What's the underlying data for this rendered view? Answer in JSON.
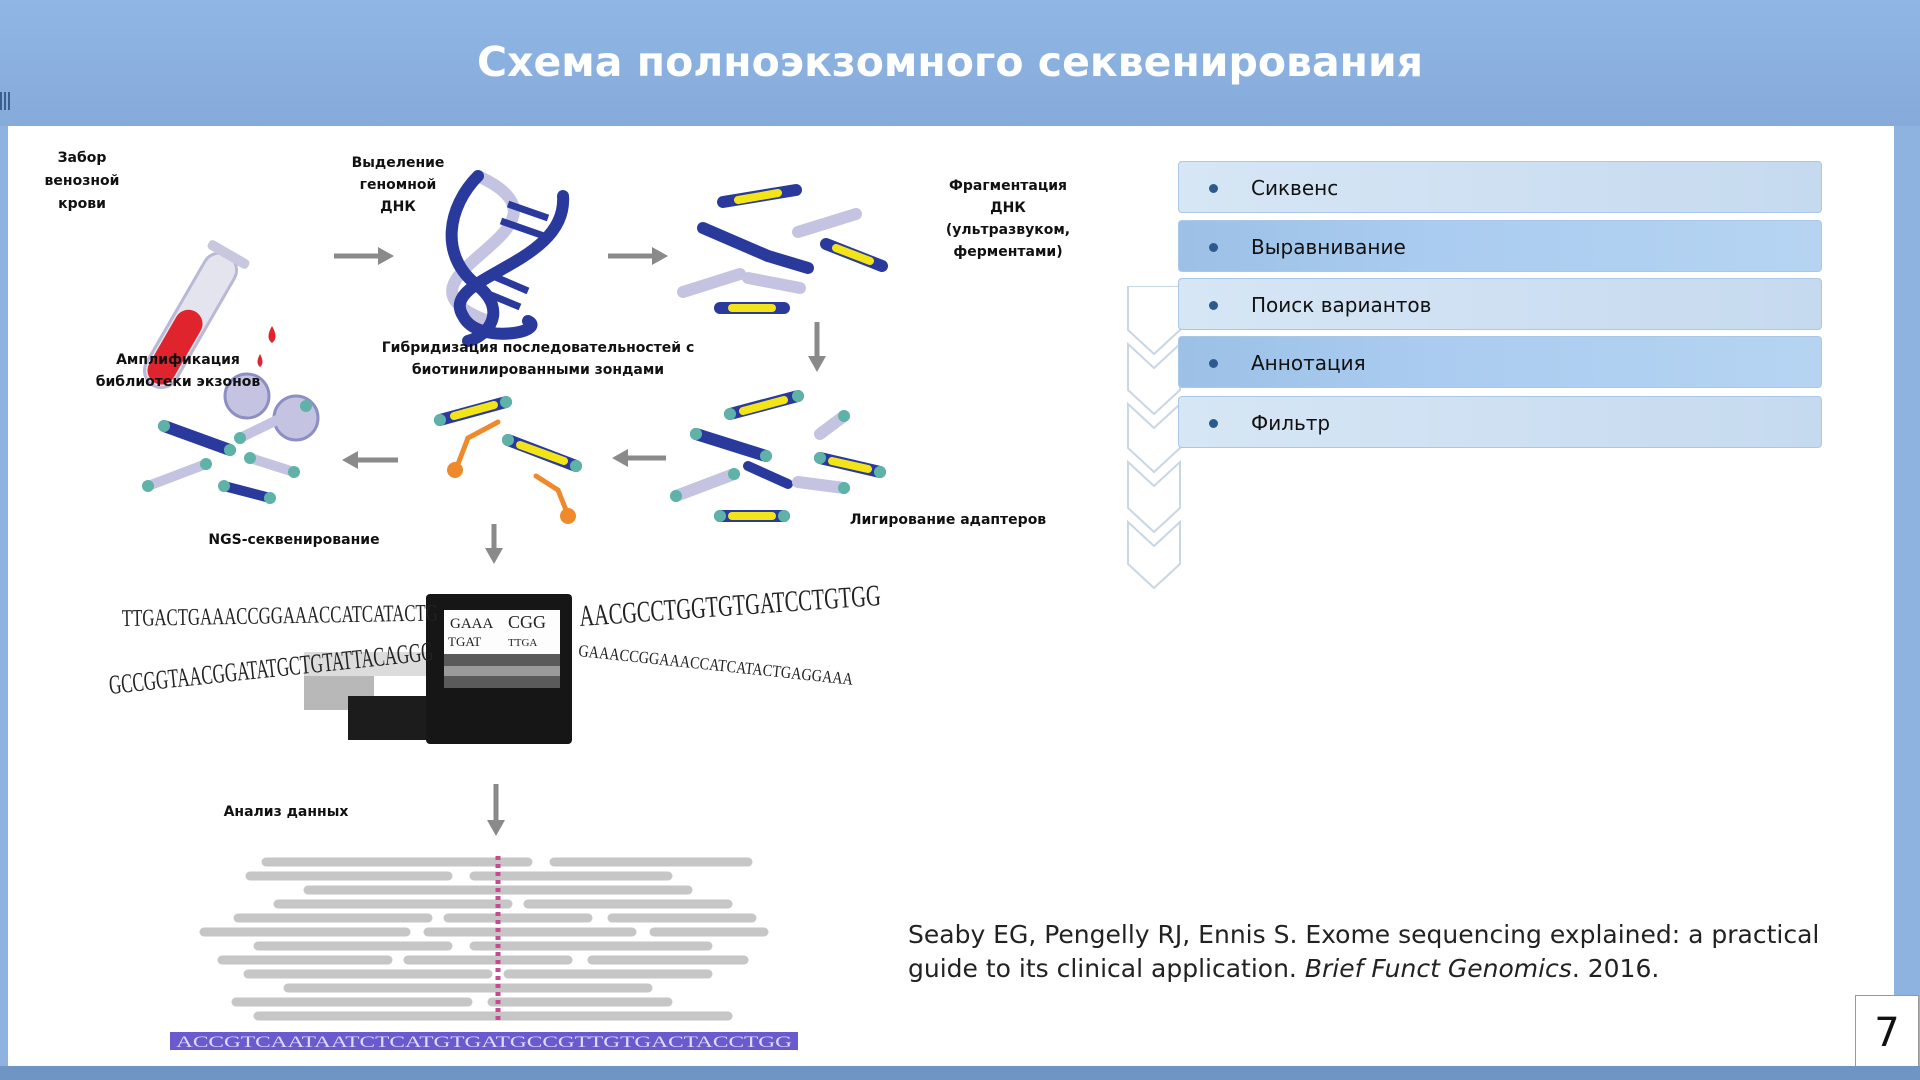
{
  "title": "Схема полноэкзомного секвенирования",
  "diagram": {
    "labels": {
      "blood": [
        "Забор",
        "венозной",
        "крови"
      ],
      "dna": [
        "Выделение",
        "геномной",
        "ДНК"
      ],
      "fragmentation": [
        "Фрагментация",
        "ДНК",
        "(ультразвуком,",
        "ферментами)"
      ],
      "amplification": [
        "Амплификация",
        "библиотеки экзонов"
      ],
      "hybridization": [
        "Гибридизация последовательностей с",
        "биотинилированными зондами"
      ],
      "ligation": "Лигирование адаптеров",
      "ngs": "NGS-секвенирование",
      "analysis": "Анализ данных"
    },
    "sequences": {
      "left_top": "TTGACTGAAACCGGAAACCATCATACTG",
      "left_bottom": "GCCGGTAACGGATATGCTGTATTACAGGG",
      "right_top": "AACGCCTGGTGTGATCCTGTGG",
      "right_bottom": "GAAACCGGAAACCATCATACTGAGGAAA",
      "window_1": "GAAA",
      "window_2": "CGG",
      "window_3": "TGAT",
      "window_4": "TTGA",
      "reference": "ACCGTCAATAATCTCATGTGATGCCGTTGTGACTACCTGG"
    }
  },
  "colors": {
    "navy": "#2a3a9c",
    "yellow": "#f3e418",
    "light_strand": "#c4c4e2",
    "teal": "#5fb2a8",
    "orange": "#ef8a2c",
    "blood": "#e0242d",
    "header_blue": "#8fb6e4"
  },
  "steps": [
    {
      "label": "Сиквенс",
      "style": "light"
    },
    {
      "label": "Выравнивание",
      "style": "dark"
    },
    {
      "label": "Поиск вариантов",
      "style": "light"
    },
    {
      "label": "Аннотация",
      "style": "dark"
    },
    {
      "label": "Фильтр",
      "style": "light"
    }
  ],
  "citation": {
    "authors": "Seaby EG, Pengelly RJ, Ennis S. Exome sequencing explained: a practical guide to its clinical application. ",
    "journal": "Brief Funct Genomics",
    "year": ". 2016."
  },
  "page_number": "7"
}
